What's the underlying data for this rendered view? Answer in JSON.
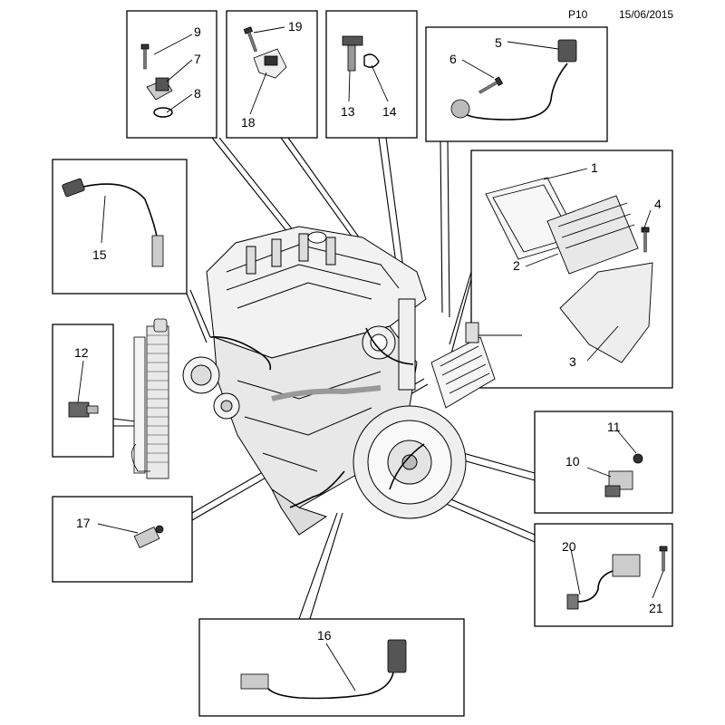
{
  "header": {
    "page": "P10",
    "date": "15/06/2015"
  },
  "callouts": {
    "n1": "1",
    "n2": "2",
    "n3": "3",
    "n4": "4",
    "n5": "5",
    "n6": "6",
    "n7": "7",
    "n8": "8",
    "n9": "9",
    "n10": "10",
    "n11": "11",
    "n12": "12",
    "n13": "13",
    "n14": "14",
    "n15": "15",
    "n16": "16",
    "n17": "17",
    "n18": "18",
    "n19": "19",
    "n20": "20",
    "n21": "21"
  }
}
